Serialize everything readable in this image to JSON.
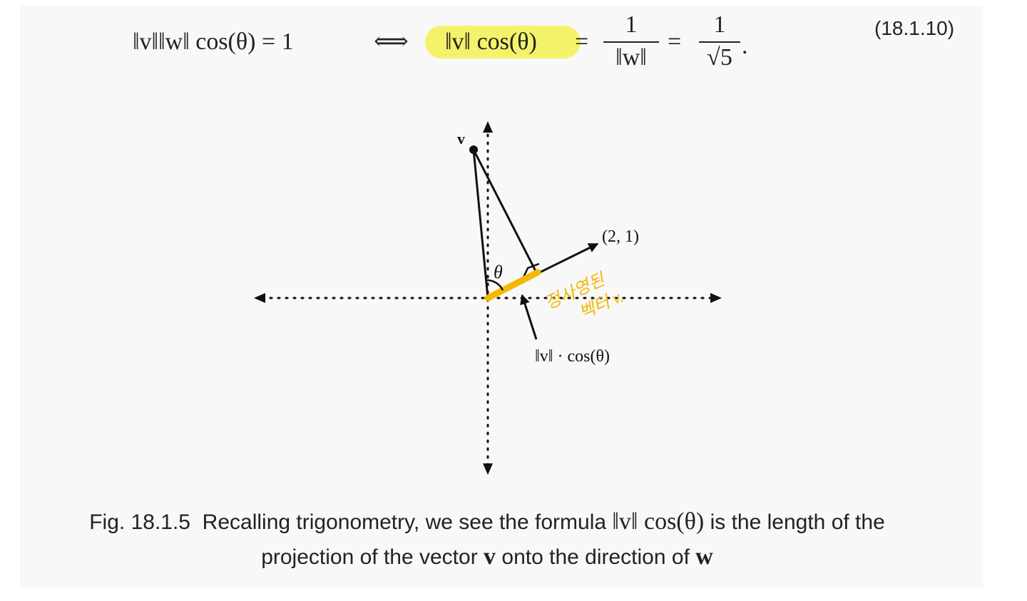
{
  "equation": {
    "lhs": "‖v‖‖w‖ cos(θ) = 1",
    "iff": "⟺",
    "highlighted_term": "‖v‖ cos(θ)",
    "eq1": "=",
    "frac1_num": "1",
    "frac1_den": "‖w‖",
    "eq2": "=",
    "frac2_num": "1",
    "frac2_den": "√5",
    "end_period": ".",
    "number": "(18.1.10)"
  },
  "figure": {
    "label_v": "v",
    "label_w_point": "(2, 1)",
    "label_theta": "θ",
    "label_projection": "‖v‖ · cos(θ)",
    "handwritten_note_line1": "정사영된",
    "handwritten_note_line2": "벡터 v.",
    "highlight_color": "#f4f26a",
    "projection_color": "#f5b800"
  },
  "caption": {
    "prefix": "Fig. 18.1.5",
    "text_before": "Recalling trigonometry, we see the formula",
    "formula": "‖v‖ cos(θ)",
    "text_after": "is the length of the",
    "line2_before": "projection of the vector",
    "line2_v": "v",
    "line2_mid": "onto the direction of",
    "line2_w": "w"
  }
}
